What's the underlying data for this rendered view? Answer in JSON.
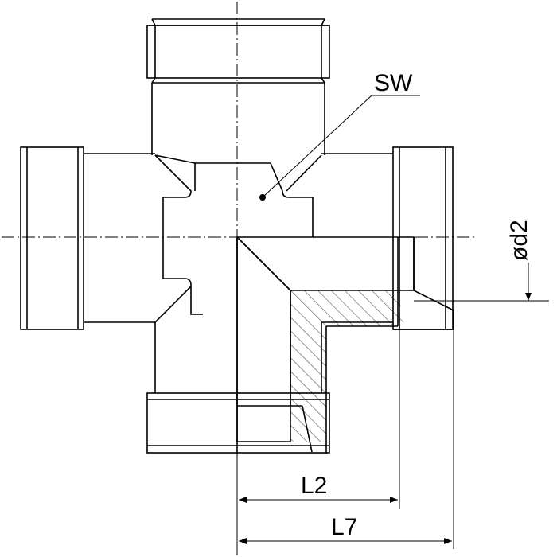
{
  "labels": {
    "sw": "SW",
    "d2": "ød2",
    "l2": "L2",
    "l7": "L7"
  },
  "colors": {
    "line": "#000000",
    "background": "#ffffff"
  }
}
